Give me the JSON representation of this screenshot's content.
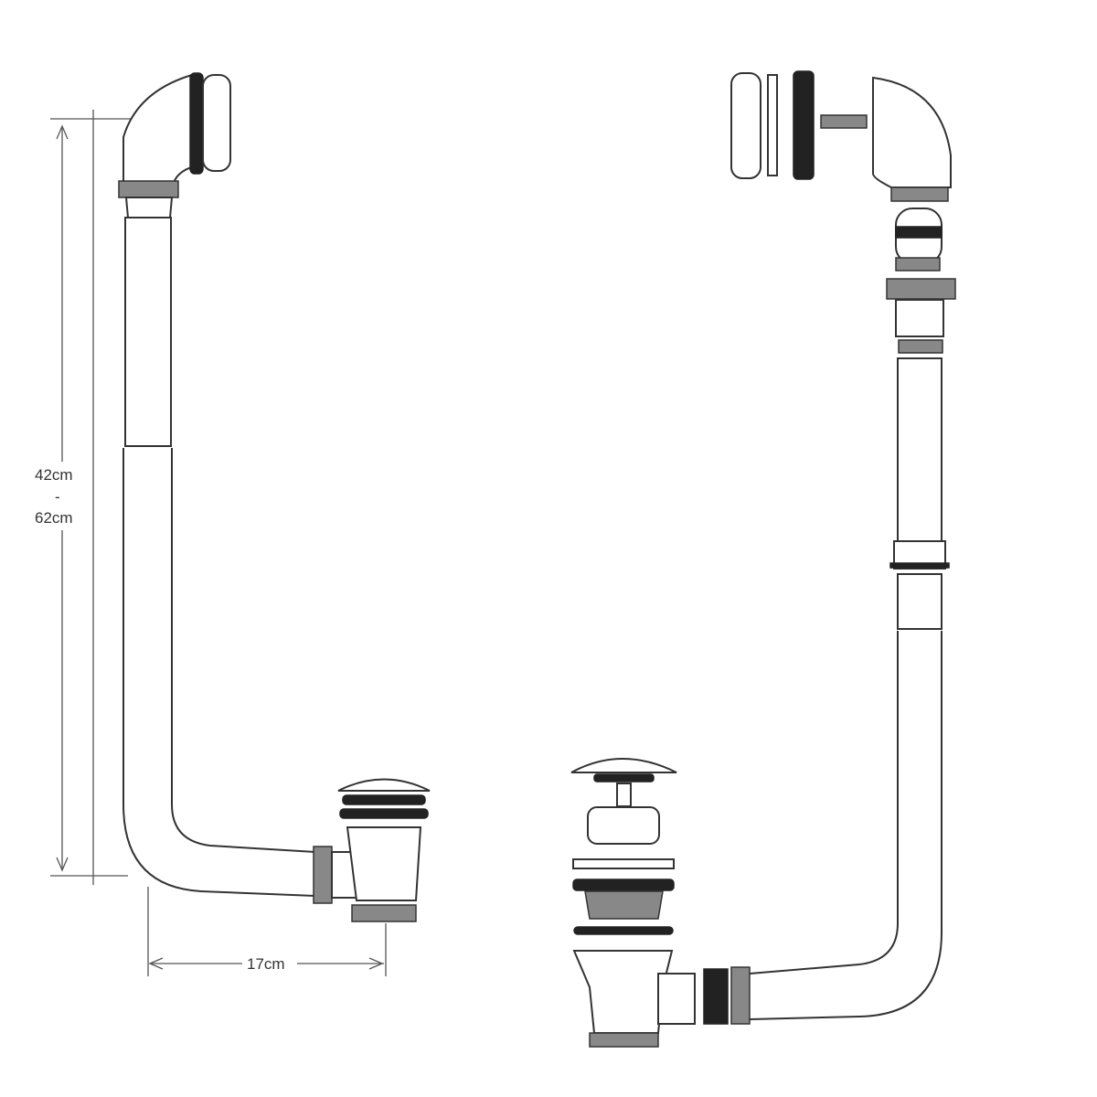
{
  "dimensions": {
    "height_min": "42cm",
    "height_separator": "-",
    "height_max": "62cm",
    "width": "17cm"
  }
}
